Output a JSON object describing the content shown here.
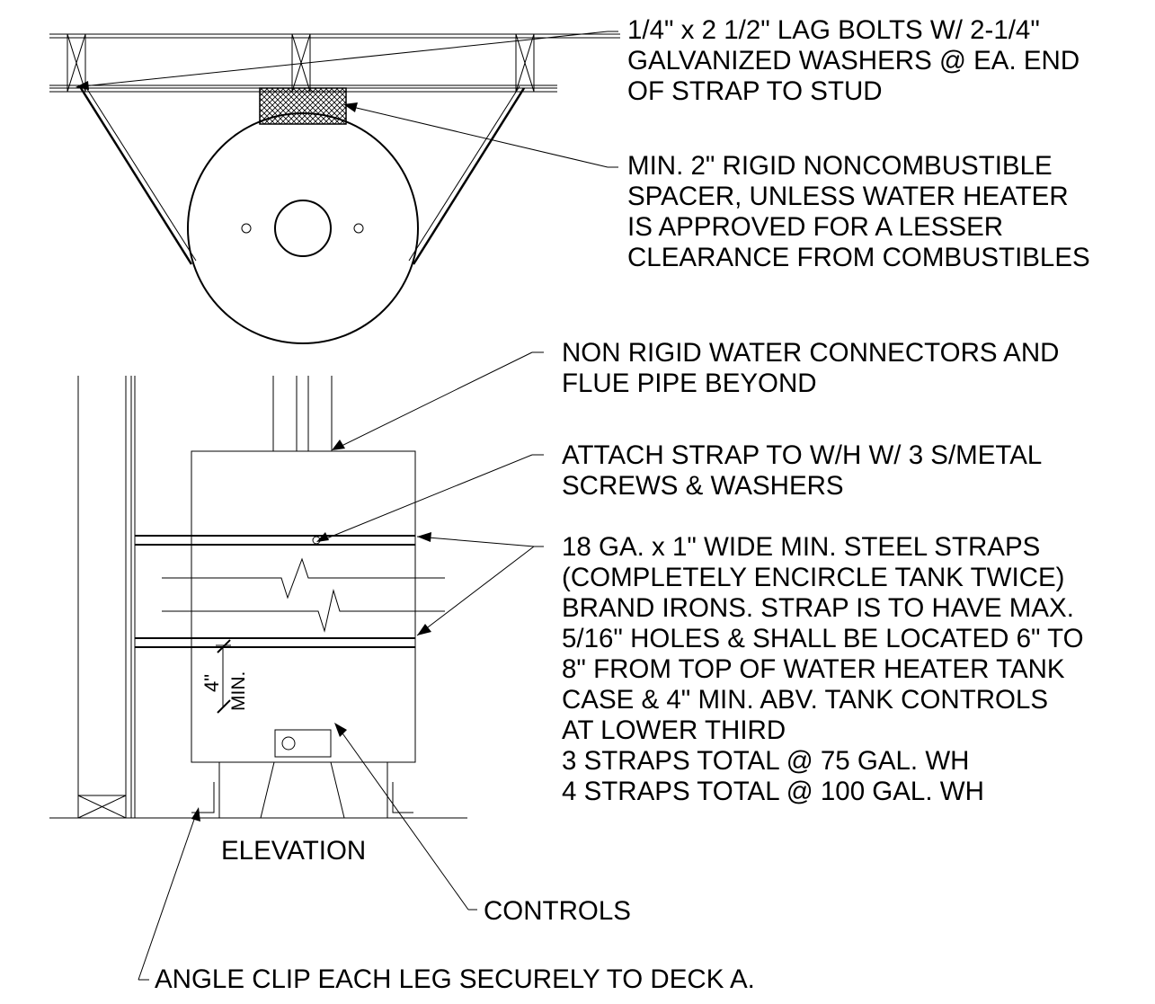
{
  "plan_notes": {
    "lag_bolts": [
      "1/4\" x 2 1/2\" LAG BOLTS W/ 2-1/4\"",
      "GALVANIZED WASHERS @ EA. END",
      "OF STRAP TO STUD"
    ],
    "spacer": [
      "MIN. 2\" RIGID NONCOMBUSTIBLE",
      "SPACER, UNLESS WATER HEATER",
      "IS APPROVED FOR A LESSER",
      "CLEARANCE FROM COMBUSTIBLES"
    ]
  },
  "elevation_notes": {
    "connectors": [
      "NON RIGID WATER CONNECTORS AND",
      "FLUE PIPE BEYOND"
    ],
    "attach": [
      "ATTACH STRAP TO W/H W/ 3 S/METAL",
      "SCREWS & WASHERS"
    ],
    "straps": [
      "18 GA. x 1\" WIDE MIN. STEEL STRAPS",
      "(COMPLETELY ENCIRCLE TANK TWICE)",
      "BRAND IRONS. STRAP IS TO HAVE MAX.",
      "5/16\" HOLES & SHALL BE LOCATED 6\" TO",
      "8\" FROM TOP OF WATER HEATER TANK",
      "CASE & 4\" MIN. ABV. TANK CONTROLS",
      "AT LOWER THIRD",
      "3 STRAPS TOTAL @ 75 GAL. WH",
      "4 STRAPS TOTAL @ 100 GAL. WH"
    ],
    "controls": "CONTROLS",
    "angle_clip": "ANGLE CLIP EACH LEG SECURELY TO DECK A."
  },
  "labels": {
    "elevation_title": "ELEVATION",
    "dimension_value": "4\"",
    "dimension_qualifier": "MIN."
  }
}
